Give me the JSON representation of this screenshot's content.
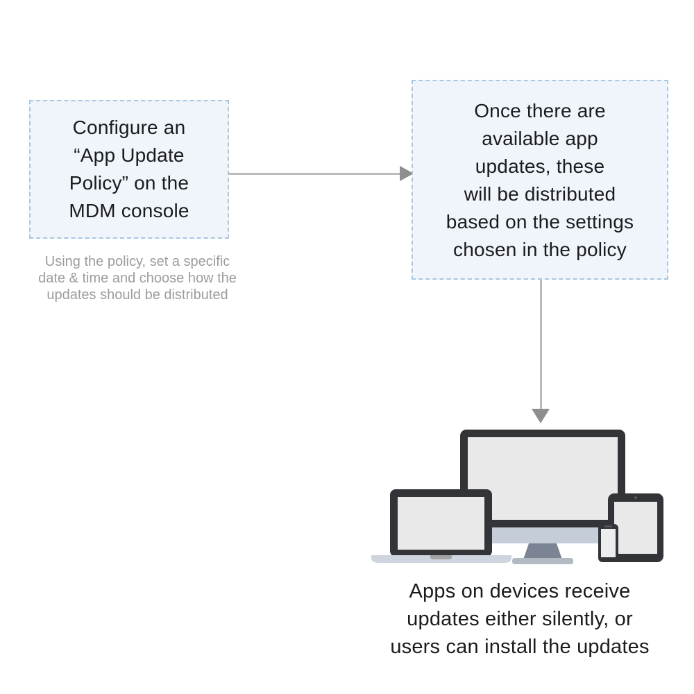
{
  "diagram": {
    "step1": {
      "box_text": "Configure an\n“App Update\nPolicy” on the\nMDM console",
      "caption": "Using the policy, set a specific\ndate & time and choose how the\nupdates should be distributed"
    },
    "step2": {
      "box_text": "Once there are\navailable app\nupdates, these\nwill be distributed\nbased on the settings\nchosen in the policy"
    },
    "step3": {
      "caption": "Apps on devices receive\nupdates either silently, or\nusers can install the updates",
      "illustration": "desktop-laptop-tablet-phone devices"
    }
  },
  "colors": {
    "box_bg": "#eff5fb",
    "box_border": "#a9c7e0",
    "text": "#1b1b1d",
    "muted_text": "#9c9c9c",
    "arrow_line": "#bcbcbc",
    "arrow_head": "#8e8e8e",
    "device_frame": "#323437",
    "device_screen": "#e9e9ea",
    "stand": "#7b8492"
  }
}
